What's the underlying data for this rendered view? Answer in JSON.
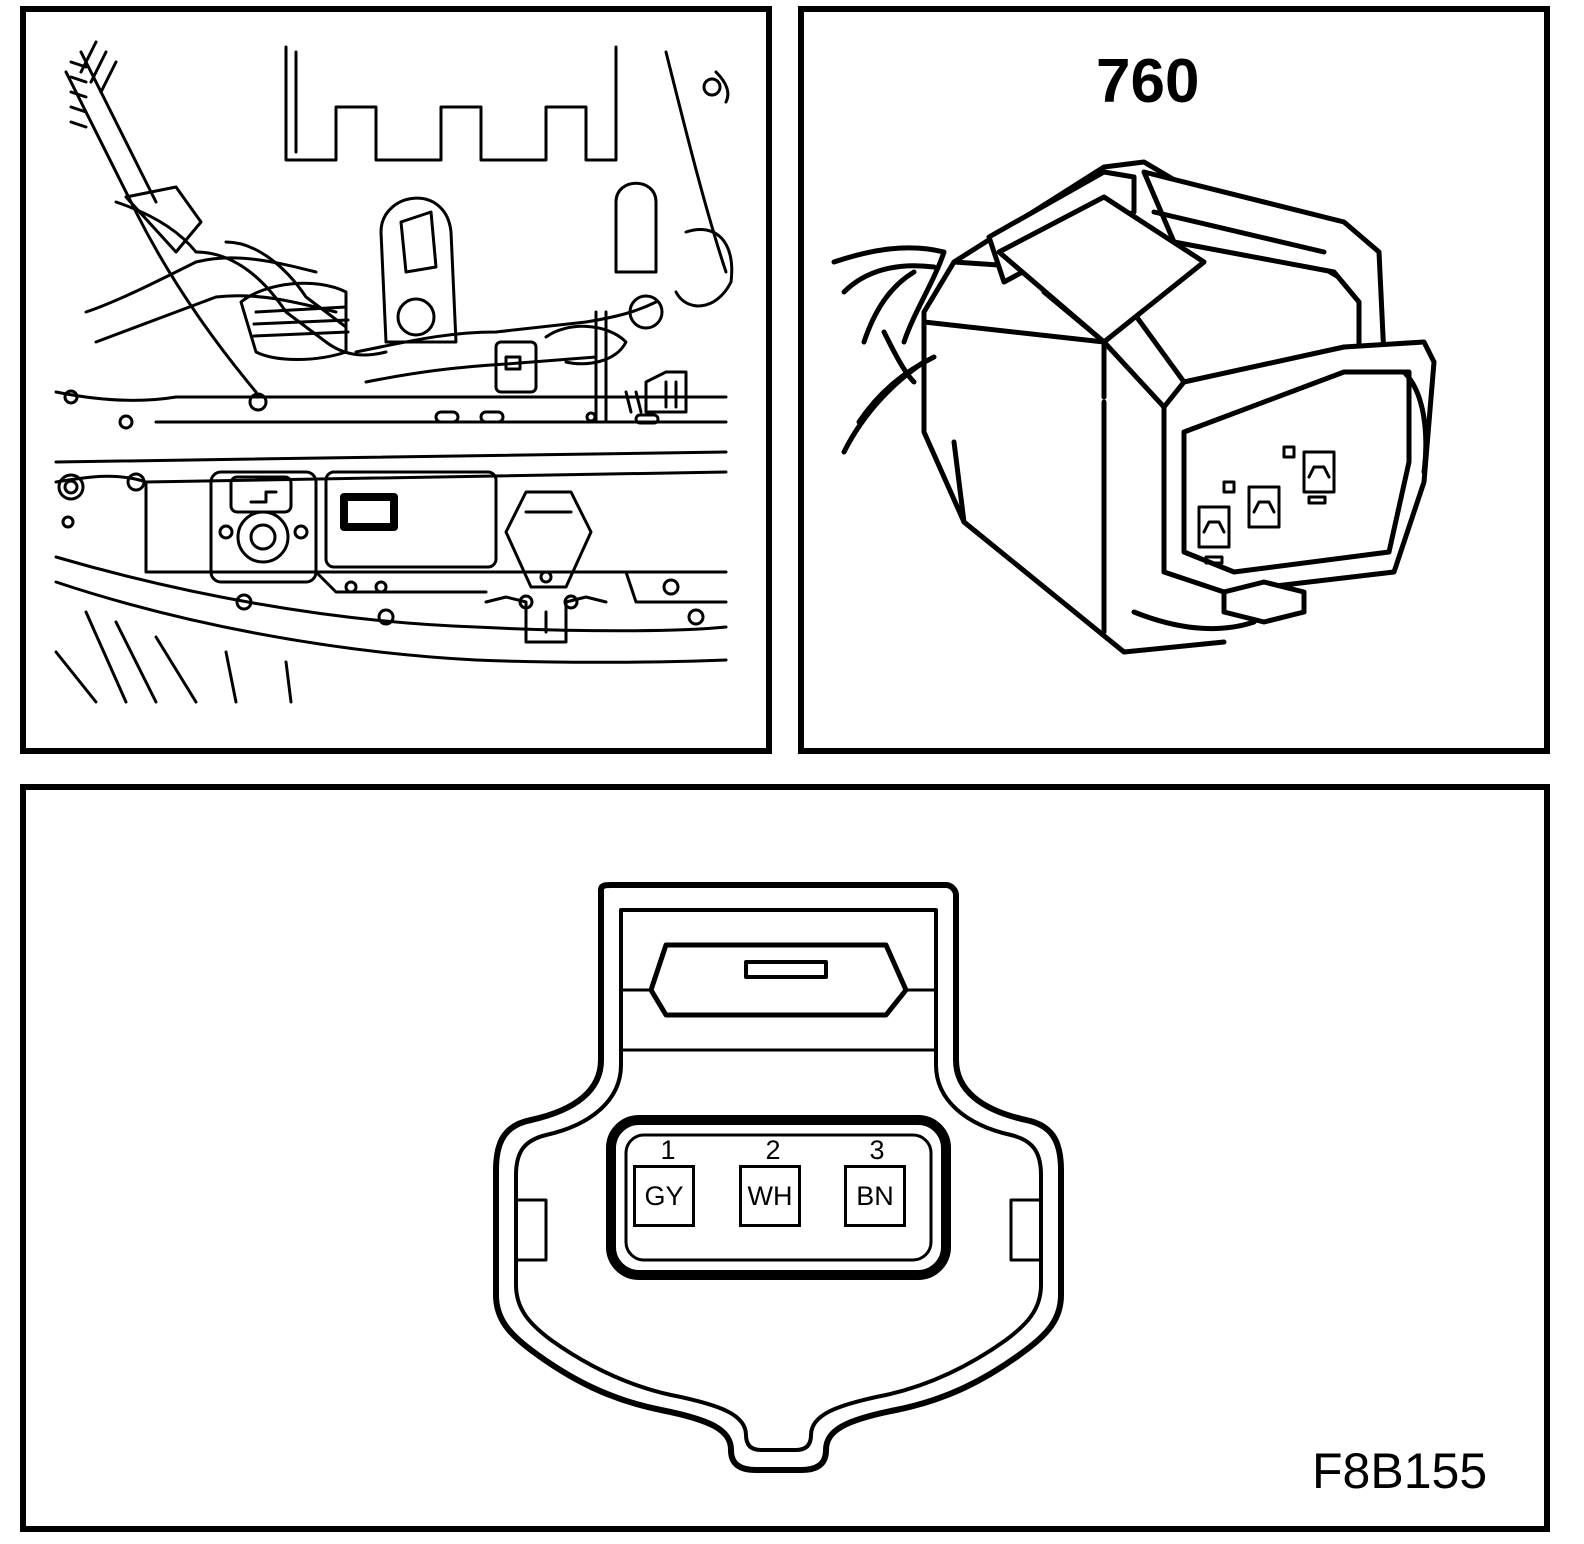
{
  "connector": {
    "reference": "760",
    "figure_code": "F8B155",
    "pins": [
      {
        "number": "1",
        "color_code": "GY"
      },
      {
        "number": "2",
        "color_code": "WH"
      },
      {
        "number": "3",
        "color_code": "BN"
      }
    ]
  }
}
